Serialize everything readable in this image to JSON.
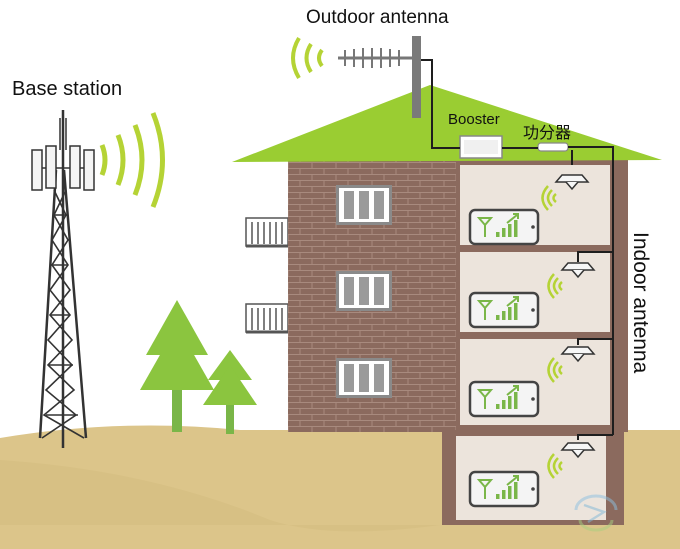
{
  "labels": {
    "outdoor_antenna": "Outdoor antenna",
    "base_station": "Base station",
    "booster": "Booster",
    "splitter": "功分器",
    "indoor_antenna": "Indoor antenna"
  },
  "colors": {
    "roof": "#9acd32",
    "brick": "#8b6a5e",
    "wall": "#ece4dc",
    "ground": "#dcc58a",
    "tree": "#8bc53f",
    "signal": "#b5d335",
    "cable": "#1e1e1e"
  },
  "floors": [
    {
      "name": "floor-3",
      "has_phone": true,
      "has_indoor_antenna": true
    },
    {
      "name": "floor-2",
      "has_phone": true,
      "has_indoor_antenna": true
    },
    {
      "name": "floor-1",
      "has_phone": true,
      "has_indoor_antenna": true
    },
    {
      "name": "basement",
      "has_phone": true,
      "has_indoor_antenna": true
    }
  ]
}
